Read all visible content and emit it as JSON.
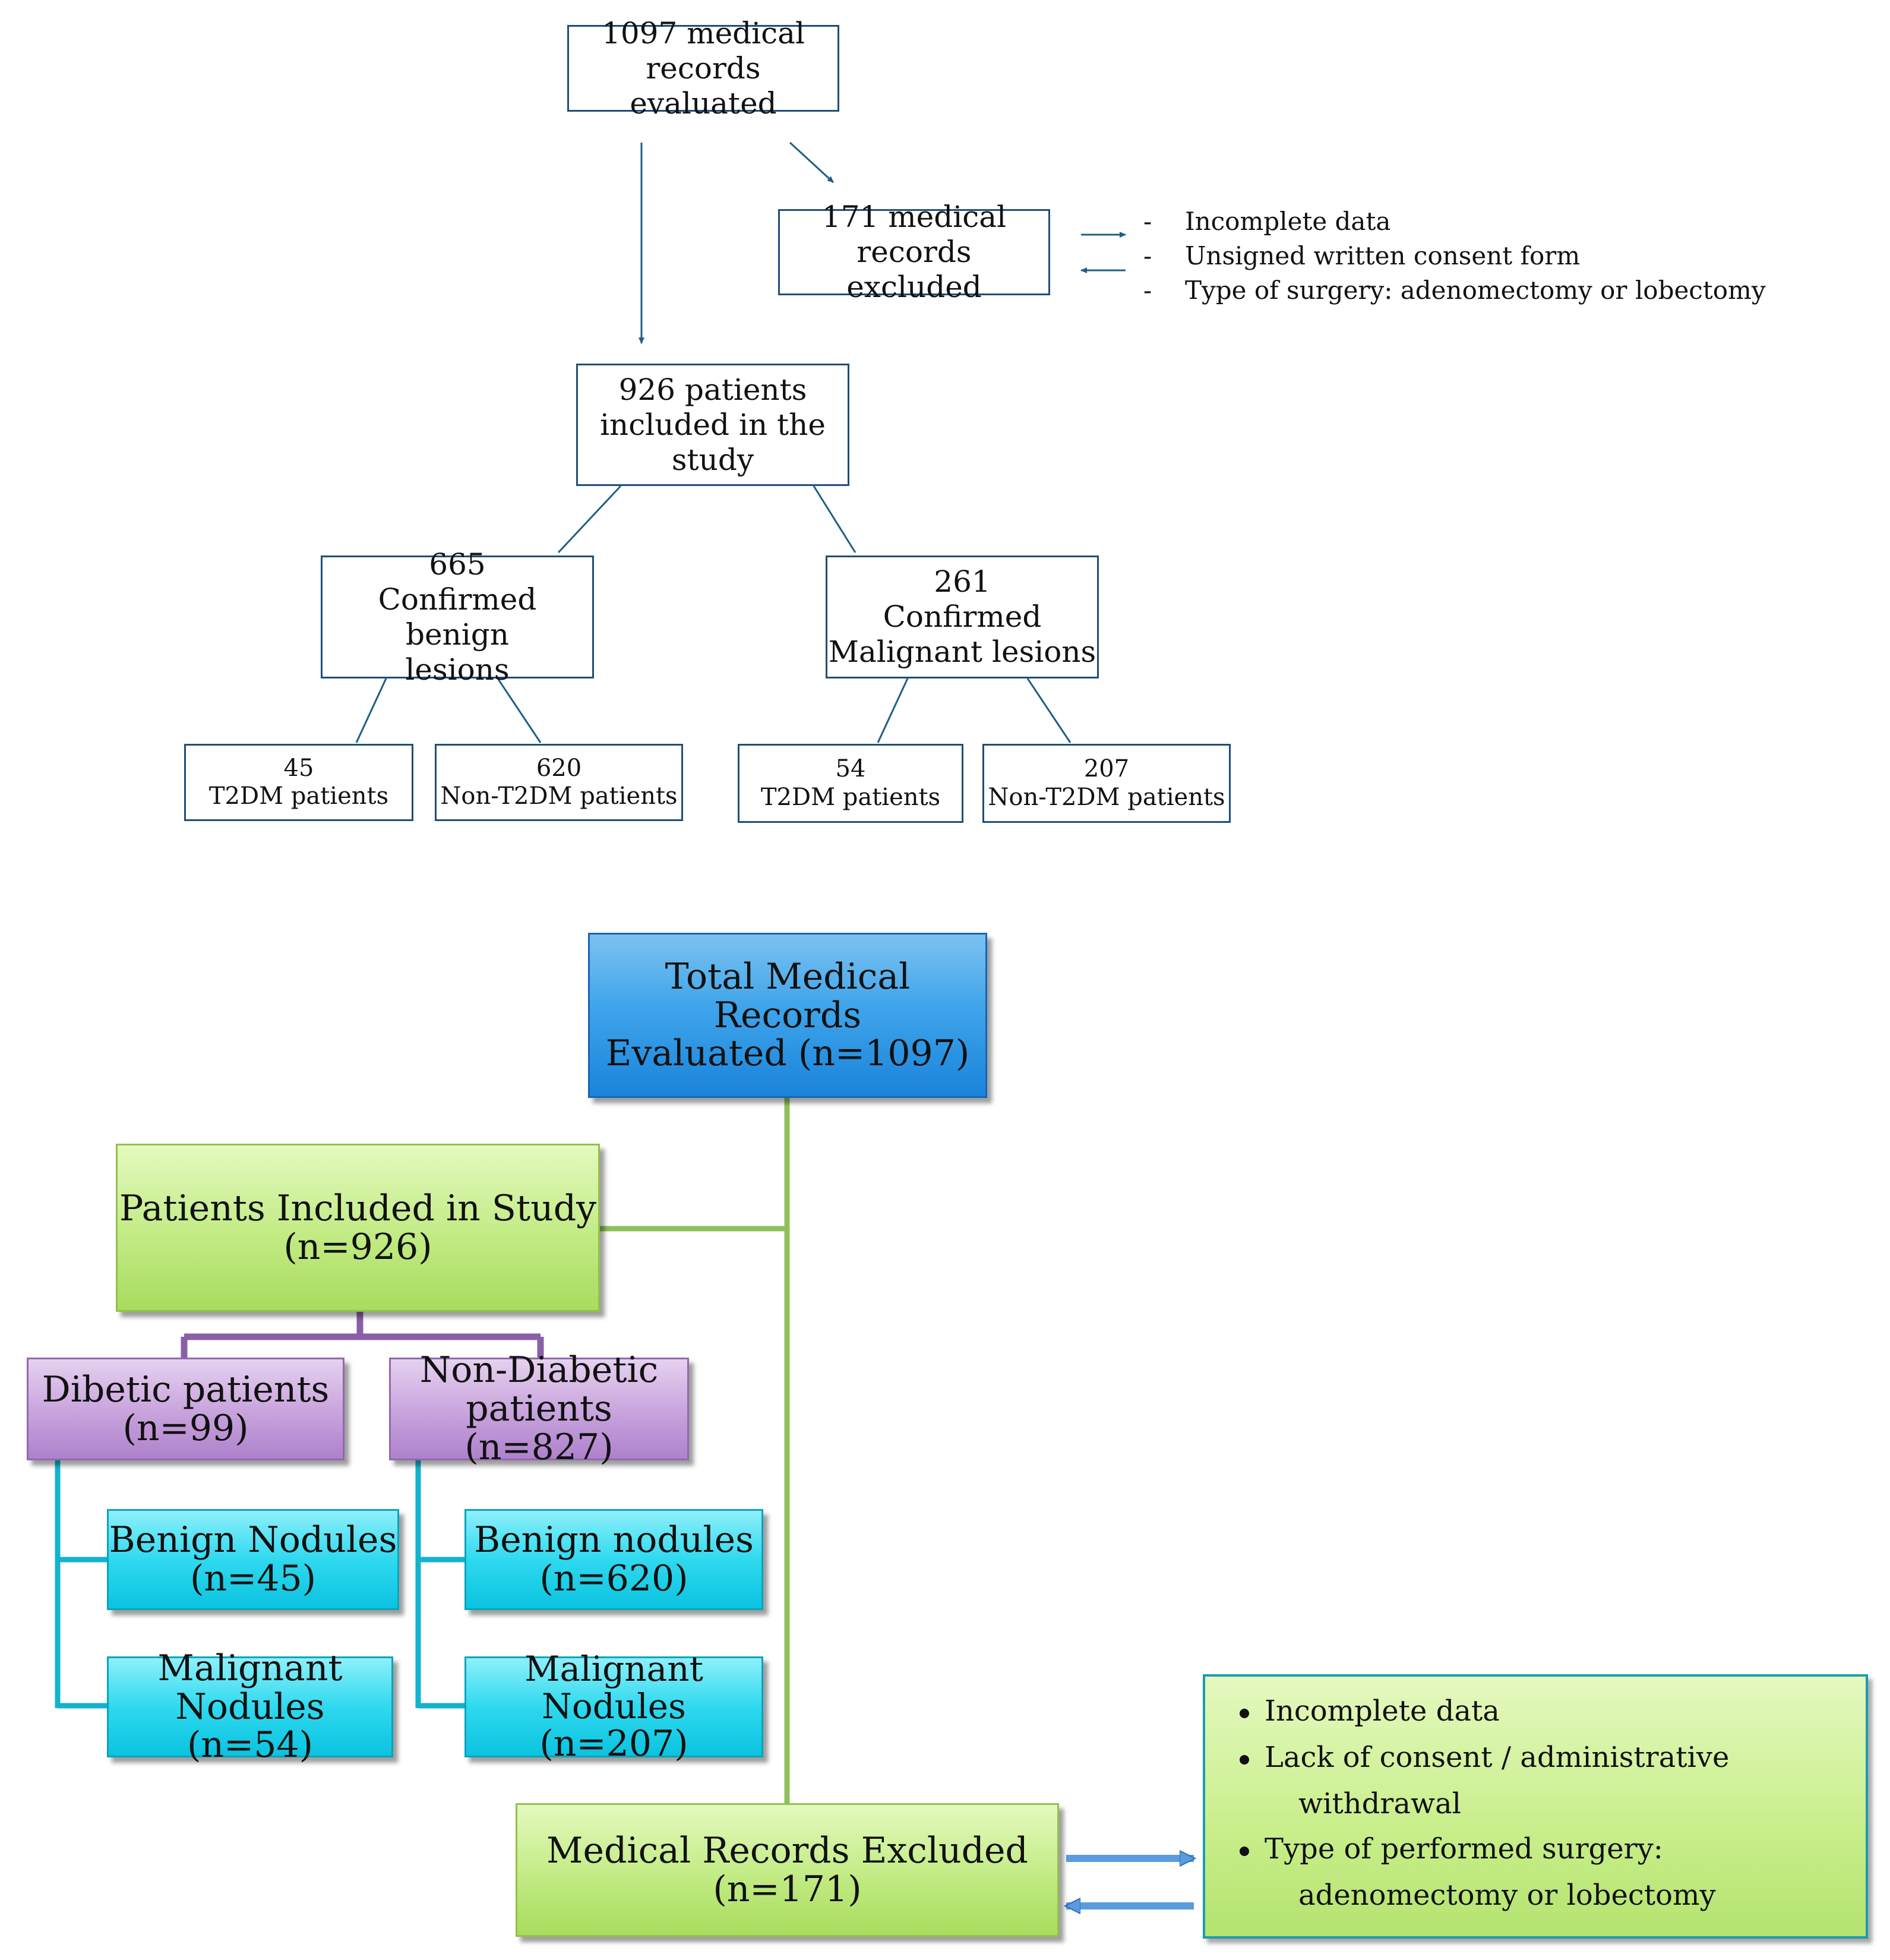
{
  "top_flowchart": {
    "evaluated": [
      "1097 medical",
      "records evaluated"
    ],
    "excluded": [
      "171 medical records",
      "excluded"
    ],
    "exclusion_reasons": [
      "Incomplete data",
      "Unsigned written consent form",
      "Type of surgery: adenomectomy or lobectomy"
    ],
    "reason_bullet": "-",
    "included": [
      "926 patients",
      "included in the",
      "study"
    ],
    "benign": [
      "665",
      "Confirmed benign",
      "lesions"
    ],
    "malignant": [
      "261",
      "Confirmed",
      "Malignant lesions"
    ],
    "benign_t2dm": [
      "45",
      "T2DM patients"
    ],
    "benign_non_t2dm": [
      "620",
      "Non-T2DM patients"
    ],
    "malignant_t2dm": [
      "54",
      "T2DM patients"
    ],
    "malignant_non_t2dm": [
      "207",
      "Non-T2DM patients"
    ]
  },
  "bottom_flowchart": {
    "total": [
      "Total Medical Records",
      "Evaluated (n=1097)"
    ],
    "included": [
      "Patients Included in Study",
      "(n=926)"
    ],
    "diabetic": [
      "Dibetic patients",
      "(n=99)"
    ],
    "non_diabetic": [
      "Non-Diabetic",
      "patients (n=827)"
    ],
    "d_benign": [
      "Benign Nodules",
      "(n=45)"
    ],
    "d_malignant": [
      "Malignant",
      "Nodules (n=54)"
    ],
    "nd_benign": [
      "Benign nodules",
      "(n=620)"
    ],
    "nd_malignant": [
      "Malignant Nodules",
      "(n=207)"
    ],
    "excluded": [
      "Medical Records Excluded",
      "(n=171)"
    ],
    "exclusion_reasons": {
      "r1": "Incomplete data",
      "r2_line1": "Lack of consent  / administrative",
      "r2_line2": "withdrawal",
      "r3_line1": "Type of performed surgery:",
      "r3_line2": "adenomectomy  or lobectomy"
    }
  },
  "colors": {
    "outline": "#1f4e79",
    "blue_box": "#3fa4ea",
    "green_box": "#c2eb84",
    "green_line": "#8dc05a",
    "purple_box": "#c7a2dc",
    "purple_line": "#8a5fa8",
    "cyan_box": "#2fd9ef",
    "cyan_line": "#12b3cc",
    "arrow_blue": "#3b7cc2"
  }
}
